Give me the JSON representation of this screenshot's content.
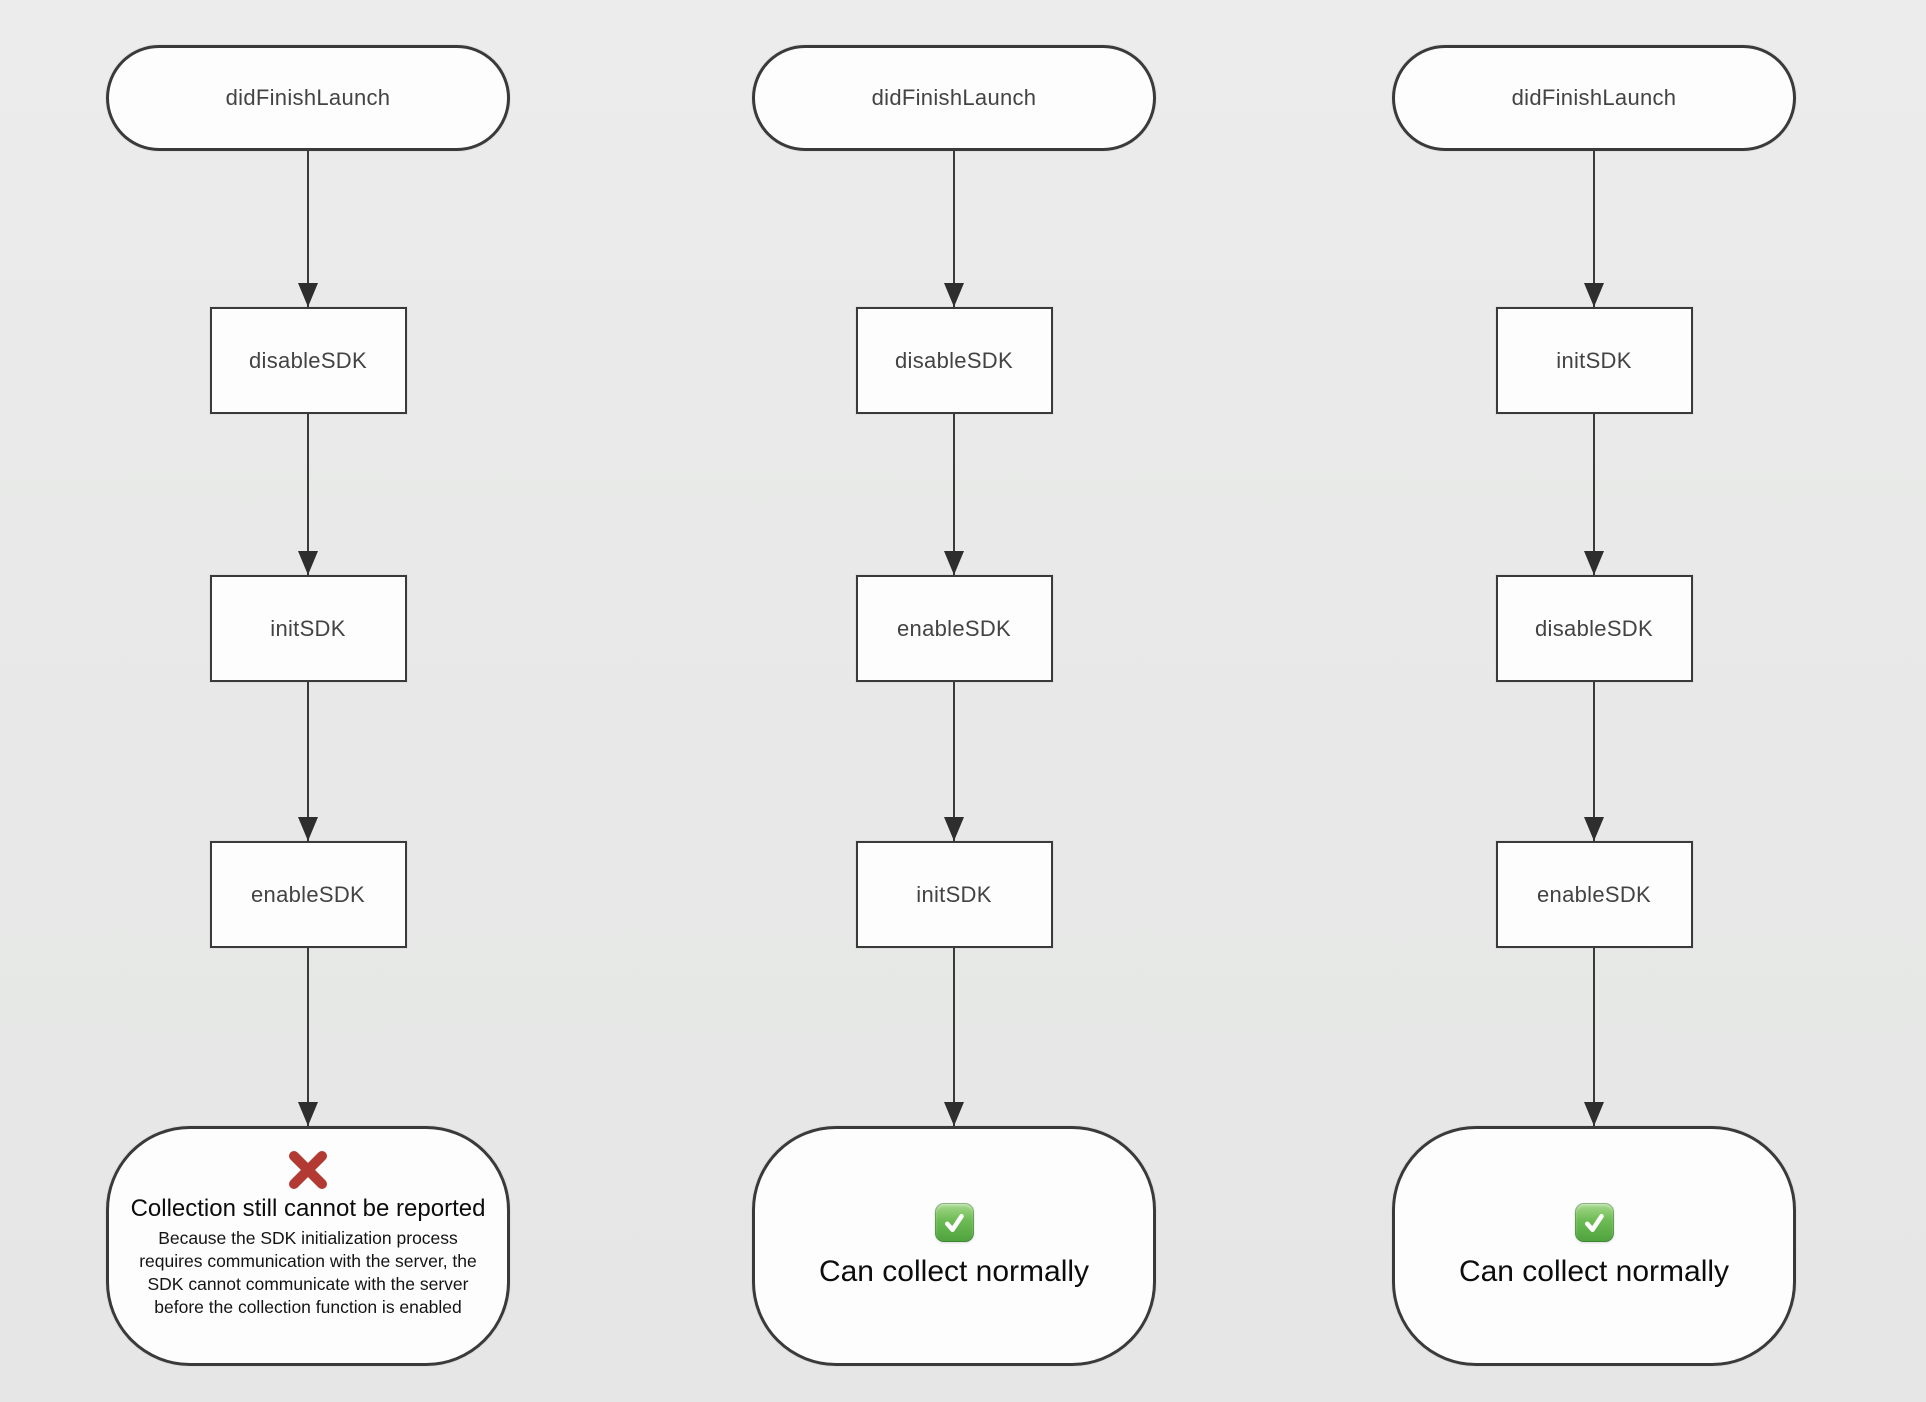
{
  "diagram": {
    "background_color": "#e8e9e8",
    "node_fill_color": "#fdfdfd",
    "node_border_color": "#3a3a3a",
    "arrow_color": "#2e2e2e",
    "error_color": "#b23a33",
    "success_color": "#4ea23e",
    "columns": [
      {
        "start": "didFinishLaunch",
        "steps": [
          "disableSDK",
          "initSDK",
          "enableSDK"
        ],
        "terminal": {
          "icon": "cross-icon",
          "status": "error",
          "title": "Collection still cannot be reported",
          "description": "Because the SDK initialization process requires communication with the server, the SDK cannot communicate with the server before the collection function is enabled"
        }
      },
      {
        "start": "didFinishLaunch",
        "steps": [
          "disableSDK",
          "enableSDK",
          "initSDK"
        ],
        "terminal": {
          "icon": "check-icon",
          "status": "success",
          "title": "Can collect normally",
          "description": ""
        }
      },
      {
        "start": "didFinishLaunch",
        "steps": [
          "initSDK",
          "disableSDK",
          "enableSDK"
        ],
        "terminal": {
          "icon": "check-icon",
          "status": "success",
          "title": "Can collect normally",
          "description": ""
        }
      }
    ]
  }
}
